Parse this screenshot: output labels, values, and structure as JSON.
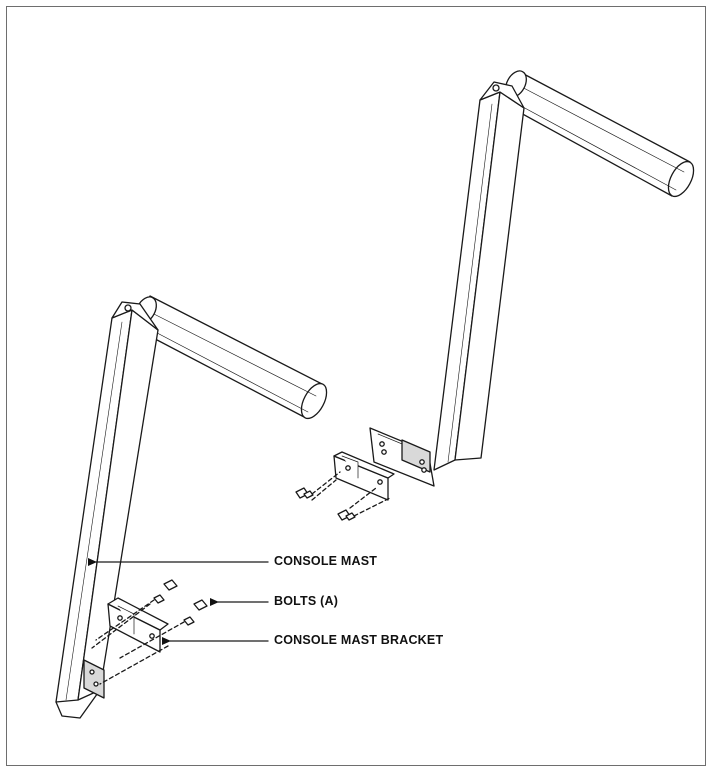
{
  "labels": {
    "console_mast": "CONSOLE MAST",
    "bolts": "BOLTS (A)",
    "console_mast_bracket": "CONSOLE MAST BRACKET"
  },
  "colors": {
    "line": "#1a1a1a",
    "fill": "#ffffff",
    "shade": "#d9d9d9",
    "frame": "#6e6e6e"
  }
}
